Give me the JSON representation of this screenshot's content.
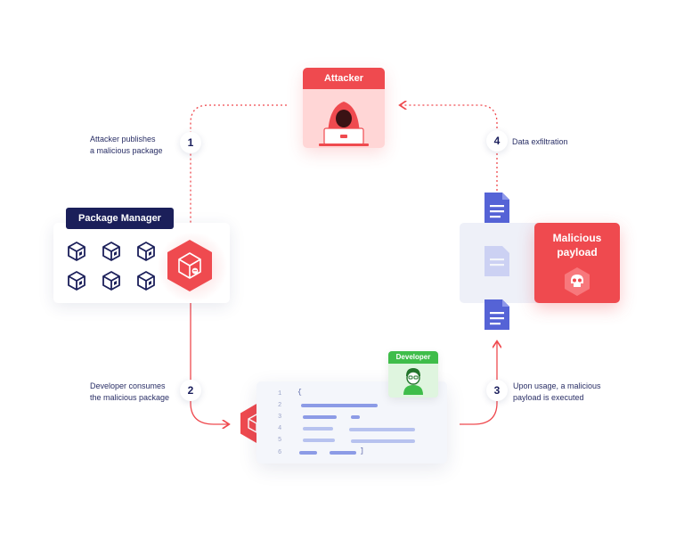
{
  "attacker": {
    "title": "Attacker"
  },
  "package_manager": {
    "title": "Package Manager"
  },
  "developer": {
    "title": "Developer"
  },
  "payload": {
    "title": "Malicious payload"
  },
  "steps": [
    {
      "number": "1",
      "label_line1": "Attacker publishes",
      "label_line2": "a malicious package"
    },
    {
      "number": "2",
      "label_line1": "Developer consumes",
      "label_line2": "the malicious package"
    },
    {
      "number": "3",
      "label_line1": "Upon usage, a malicious",
      "label_line2": "payload is executed"
    },
    {
      "number": "4",
      "label_line1": "Data exfiltration",
      "label_line2": ""
    }
  ],
  "editor": {
    "line_numbers": [
      "1",
      "2",
      "3",
      "4",
      "5",
      "6"
    ],
    "open_brace": "{",
    "close_bracket": "]"
  },
  "colors": {
    "accent_red": "#ef4a4f",
    "navy": "#1b1f5a",
    "developer_green": "#3fbd4a",
    "doc_purple": "#5563d6"
  }
}
